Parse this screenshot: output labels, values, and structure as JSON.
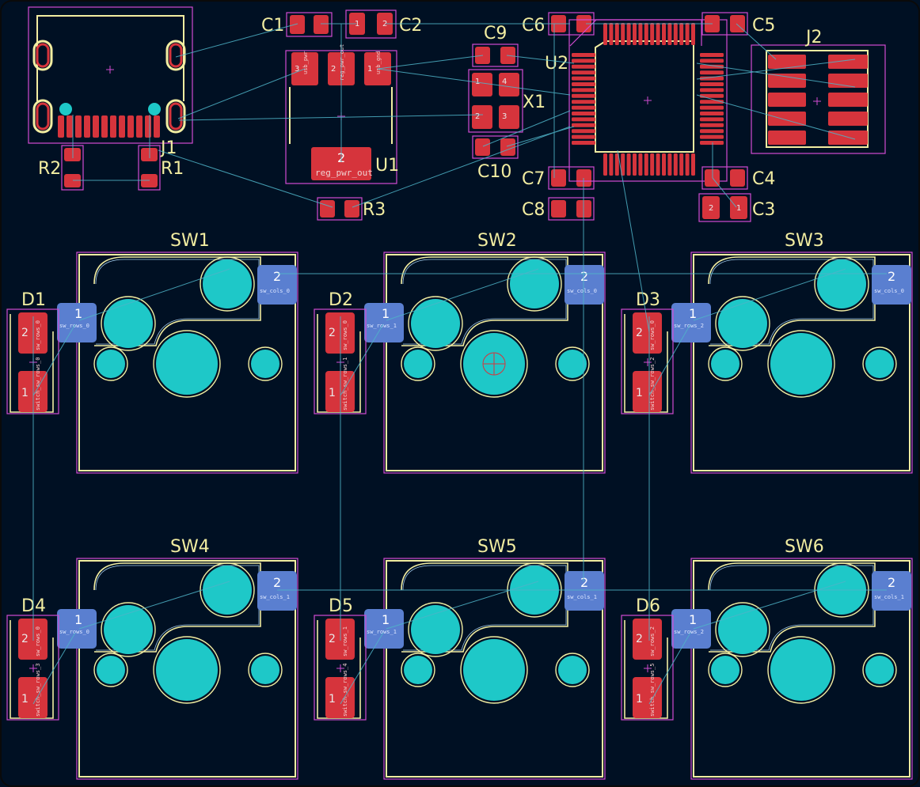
{
  "app": "PCB Editor",
  "colors": {
    "background": "#001023",
    "silkscreen": "#f2eda1",
    "courtyard": "#d24bd2",
    "smd_pad_front": "#d6343c",
    "smd_pad_back": "#5a7fd0",
    "plated_hole": "#1ec8c8",
    "ratsnest": "#4fb4c8",
    "edge": "#1a1a1a"
  },
  "footprints": {
    "j1": {
      "ref": "J1"
    },
    "j2": {
      "ref": "J2"
    },
    "u1": {
      "ref": "U1",
      "pads": [
        {
          "num": "3",
          "net": "usb_pwr"
        },
        {
          "num": "2",
          "net": "reg_pwr_out"
        },
        {
          "num": "1",
          "net": "usb_gnd"
        },
        {
          "num": "2",
          "net": "reg_pwr_out"
        }
      ]
    },
    "u2": {
      "ref": "U2"
    },
    "x1": {
      "ref": "X1",
      "pads": [
        "1",
        "4",
        "2",
        "3"
      ]
    },
    "c1": {
      "ref": "C1"
    },
    "c2": {
      "ref": "C2",
      "pads": [
        "1",
        "2"
      ]
    },
    "c3": {
      "ref": "C3",
      "pads": [
        "2",
        "1"
      ]
    },
    "c4": {
      "ref": "C4"
    },
    "c5": {
      "ref": "C5"
    },
    "c6": {
      "ref": "C6"
    },
    "c7": {
      "ref": "C7"
    },
    "c8": {
      "ref": "C8"
    },
    "c9": {
      "ref": "C9"
    },
    "c10": {
      "ref": "C10"
    },
    "r1": {
      "ref": "R1"
    },
    "r2": {
      "ref": "R2"
    },
    "r3": {
      "ref": "R3"
    }
  },
  "switches": [
    {
      "ref": "SW1",
      "diode": "D1",
      "pad1": "1",
      "pad2": "2",
      "pad2_net": "sw_cols_0",
      "pad1_net": "sw_rows_0",
      "diode_pad_top": "2",
      "diode_pad_bottom": "1",
      "diode_net_top": "sw_rows_0",
      "diode_net_bottom": "switch_sw_rows_0"
    },
    {
      "ref": "SW2",
      "diode": "D2",
      "pad1": "1",
      "pad2": "2",
      "pad2_net": "sw_cols_0",
      "pad1_net": "sw_rows_1",
      "diode_pad_top": "2",
      "diode_pad_bottom": "1",
      "diode_net_top": "sw_rows_0",
      "diode_net_bottom": "switch_sw_rows_1"
    },
    {
      "ref": "SW3",
      "diode": "D3",
      "pad1": "1",
      "pad2": "2",
      "pad2_net": "sw_cols_0",
      "pad1_net": "sw_rows_2",
      "diode_pad_top": "2",
      "diode_pad_bottom": "1",
      "diode_net_top": "sw_rows_0",
      "diode_net_bottom": "switch_sw_rows_2"
    },
    {
      "ref": "SW4",
      "diode": "D4",
      "pad1": "1",
      "pad2": "2",
      "pad2_net": "sw_cols_1",
      "pad1_net": "sw_rows_0",
      "diode_pad_top": "2",
      "diode_pad_bottom": "1",
      "diode_net_top": "sw_rows_0",
      "diode_net_bottom": "switch_sw_rows_3"
    },
    {
      "ref": "SW5",
      "diode": "D5",
      "pad1": "1",
      "pad2": "2",
      "pad2_net": "sw_cols_1",
      "pad1_net": "sw_rows_1",
      "diode_pad_top": "2",
      "diode_pad_bottom": "1",
      "diode_net_top": "sw_rows_1",
      "diode_net_bottom": "switch_sw_rows_4"
    },
    {
      "ref": "SW6",
      "diode": "D6",
      "pad1": "1",
      "pad2": "2",
      "pad2_net": "sw_cols_1",
      "pad1_net": "sw_rows_2",
      "diode_pad_top": "2",
      "diode_pad_bottom": "1",
      "diode_net_top": "sw_rows_2",
      "diode_net_bottom": "switch_sw_rows_5"
    }
  ]
}
